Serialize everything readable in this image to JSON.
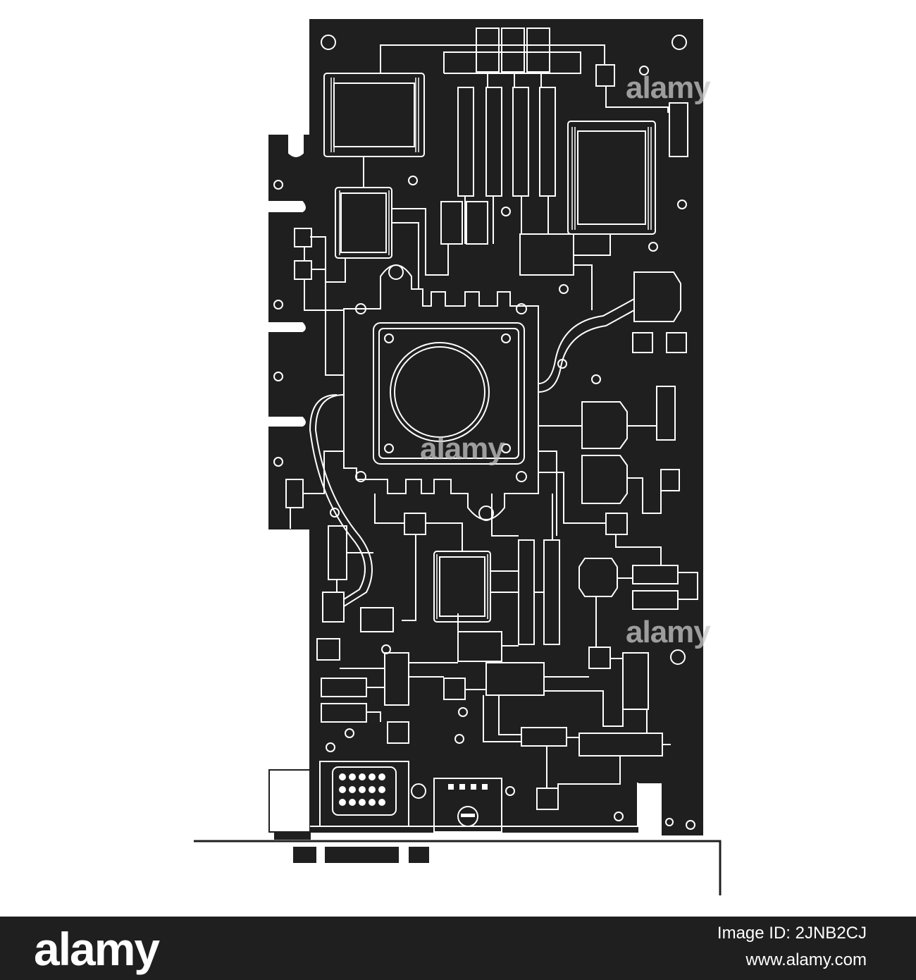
{
  "image": {
    "subject": "pcb-expansion-card",
    "colors": {
      "board": "#1f1f1f",
      "trace": "#ffffff",
      "background": "#ffffff",
      "watermark": "#c8c8c8",
      "footer": "#1f1f1f"
    }
  },
  "watermarks": [
    "alamy",
    "alamy",
    "alamy"
  ],
  "footer": {
    "logo": "alamy",
    "image_id": "Image ID: 2JNB2CJ",
    "url": "www.alamy.com"
  }
}
